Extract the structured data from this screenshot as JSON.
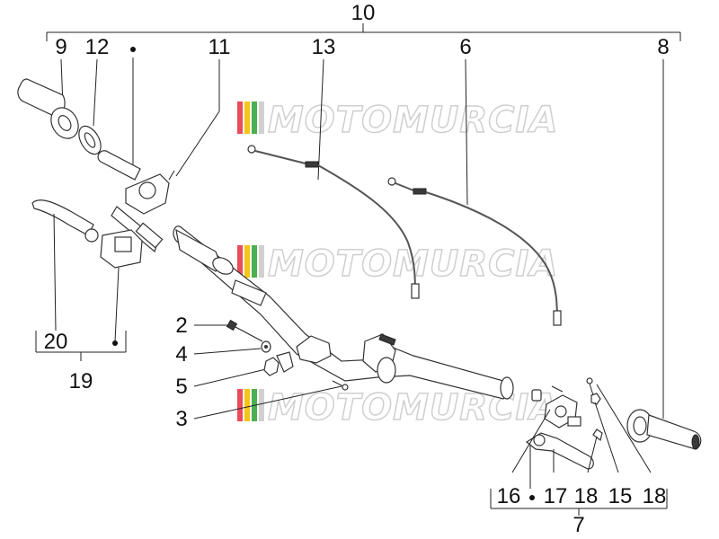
{
  "watermark": {
    "text": "MOTOMURCIA",
    "stripe_colors": [
      "#e94b5a",
      "#f5c518",
      "#4caf50",
      "#d0d0d0"
    ]
  },
  "callouts": {
    "c10": "10",
    "c9": "9",
    "c12": "12",
    "c11": "11",
    "c13": "13",
    "c6": "6",
    "c8": "8",
    "c2": "2",
    "c4": "4",
    "c5": "5",
    "c3": "3",
    "c20": "20",
    "c19": "19",
    "c16": "16",
    "c17": "17",
    "c18a": "18",
    "c15": "15",
    "c18b": "18",
    "c7": "7"
  },
  "colors": {
    "line": "#222222",
    "part_fill": "#ffffff",
    "part_dark": "#3a3a3a"
  }
}
